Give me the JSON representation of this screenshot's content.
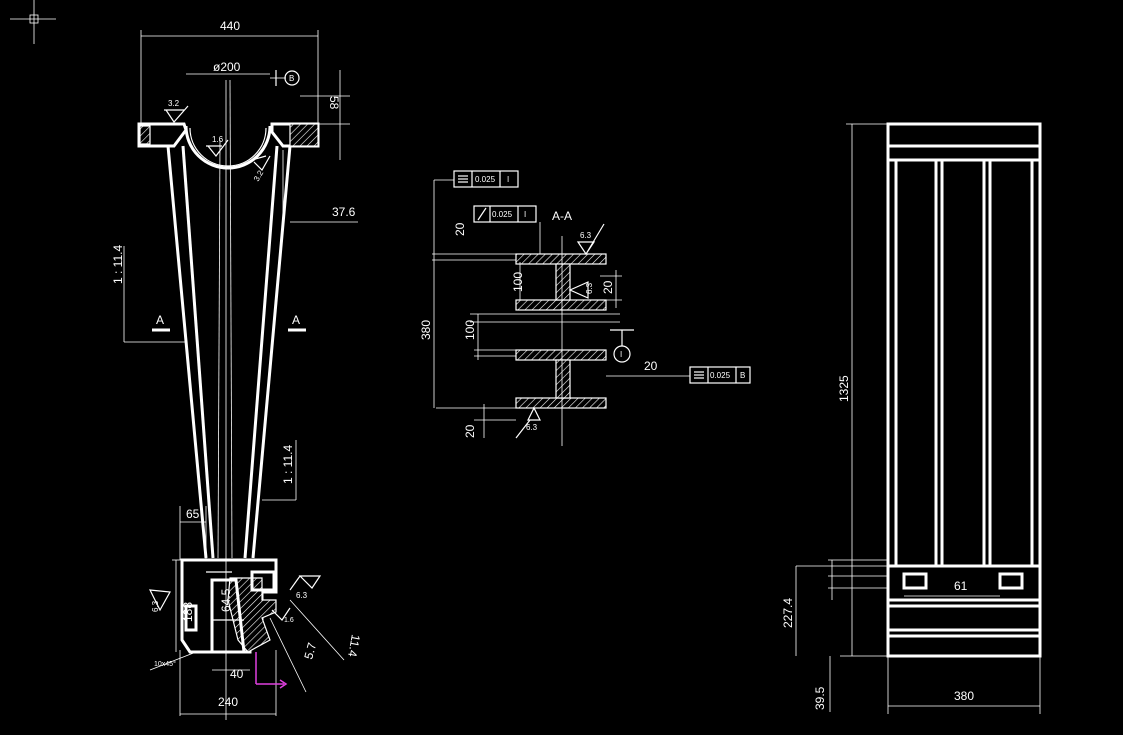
{
  "front_view": {
    "dim_width_top": "440",
    "dim_bore": "ø200",
    "datum_b": "B",
    "dim_height_top": "58",
    "rough_left": "3.2",
    "rough_inner": "1.6",
    "rough_right": "3.2",
    "dim_37_6": "37.6",
    "taper_left": "1 : 11.4",
    "taper_right": "1 : 11.4",
    "section_left": "A",
    "section_right": "A",
    "dim_65": "65",
    "dim_188": "188",
    "dim_64_5": "64.5",
    "dim_40": "40",
    "dim_240": "240",
    "dim_5_7": "5.7",
    "dim_11_4": "11.4",
    "rough_6_3_left": "6.3",
    "rough_6_3_right": "6.3",
    "rough_1_6_low": "1.6",
    "chamfer": "10x45°"
  },
  "section_view": {
    "title": "A-A",
    "tol1_value": "0.025",
    "tol1_datum": "I",
    "tol2_value": "0.025",
    "tol2_datum": "I",
    "tol3_value": "0.025",
    "tol3_datum": "B",
    "dim_20_top": "20",
    "dim_100_left": "100",
    "dim_20_right": "20",
    "dim_380": "380",
    "dim_100_mid": "100",
    "dim_20_mid": "20",
    "dim_20_bottom": "20",
    "rough_top": "6.3",
    "rough_right": "6.3",
    "rough_bottom": "6.3",
    "datum_i": "I"
  },
  "side_view": {
    "dim_1325": "1325",
    "dim_227_4": "227.4",
    "dim_39_5": "39.5",
    "dim_61": "61",
    "dim_380": "380"
  }
}
